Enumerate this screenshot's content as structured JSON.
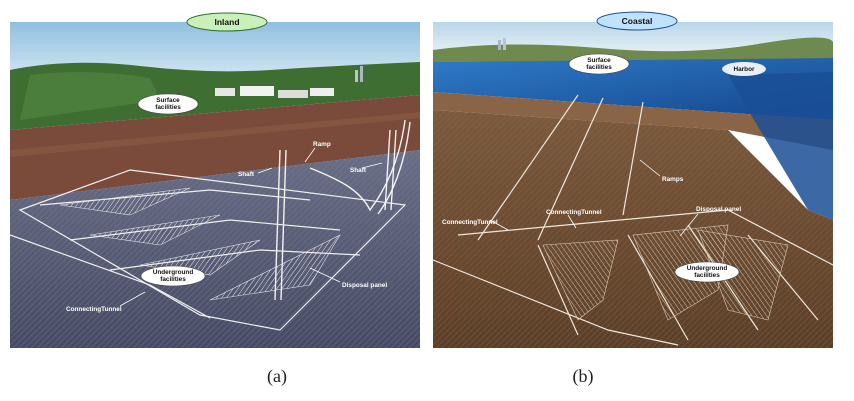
{
  "panels": {
    "inland": {
      "title": "Inland",
      "caption": "(a)",
      "labels": {
        "surface": [
          "Surface",
          "facilities"
        ],
        "ramp": "Ramp",
        "shaft_left": "Shaft",
        "shaft_right": "Shaft",
        "underground": [
          "Underground",
          "facilities"
        ],
        "disposal_panel": "Disposal panel",
        "connecting_tunnel": "ConnectingTunnel"
      }
    },
    "coastal": {
      "title": "Coastal",
      "caption": "(b)",
      "labels": {
        "surface": [
          "Surface",
          "facilities"
        ],
        "harbor": "Harbor",
        "ramps": "Ramps",
        "connecting_tunnel_left": "ConnectingTunnel",
        "connecting_tunnel_mid": "ConnectingTunnel",
        "disposal_panel": "Disposal panel",
        "underground": [
          "Underground",
          "facilities"
        ]
      }
    }
  },
  "colors": {
    "sky": "#9fc8e4",
    "grass": "#3e6e32",
    "soil": "#7a4a3a",
    "rock_inland": "#5a5f78",
    "sea": "#1f5fae",
    "rock_coastal": "#6b4b33",
    "title_bubble": "#c9f0b8",
    "coastal_bubble": "#bfe3ff",
    "label_bubble": "#ffffff"
  }
}
